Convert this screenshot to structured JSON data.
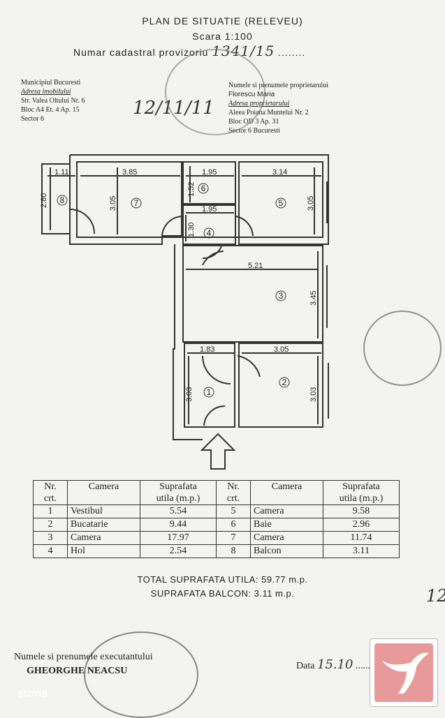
{
  "header": {
    "title": "PLAN DE SITUATIE (RELEVEU)",
    "scale": "Scara 1:100",
    "cadastral_label": "Numar cadastral provizoriu",
    "cadastral_value": "1341/15",
    "handwritten_date": "12/11/11"
  },
  "property": {
    "municipality": "Municipiul Bucuresti",
    "address_heading": "Adresa imobilului",
    "street": "Str. Valea Oltului Nr. 6",
    "block": "Bloc A4  Et. 4  Ap. 15",
    "sector": "Sector 6"
  },
  "owner": {
    "heading": "Numele si prenumele proprietarului",
    "name": "Florescu Maria",
    "address_heading": "Adresa proprietarului",
    "street": "Aleea Poiana Muntelui Nr. 2",
    "block": "Bloc OD 3   Ap. 31",
    "sector": "Sector 6   Bucuresti"
  },
  "plan": {
    "room_numbers": [
      "1",
      "2",
      "3",
      "4",
      "5",
      "6",
      "7",
      "8"
    ],
    "dimensions": {
      "d_1_11": "1.11",
      "d_3_85": "3.85",
      "d_1_95a": "1.95",
      "d_3_14": "3.14",
      "d_2_80": "2.80",
      "d_3_05a": "3.05",
      "d_1_52": "1.52",
      "d_3_05b": "3.05",
      "d_1_95b": "1.95",
      "d_1_30": "1.30",
      "d_5_21": "5.21",
      "d_3_45": "3.45",
      "d_1_83": "1.83",
      "d_3_05c": "3.05",
      "d_3_03a": "3.03",
      "d_3_03b": "3.03"
    }
  },
  "table": {
    "headers": {
      "nr1": "Nr.",
      "crt1": "crt.",
      "camera1": "Camera",
      "supr1": "Suprafata",
      "util1": "utila (m.p.)",
      "nr2": "Nr.",
      "crt2": "crt.",
      "camera2": "Camera",
      "supr2": "Suprafata",
      "util2": "utila (m.p.)"
    },
    "rows": [
      {
        "nr_a": "1",
        "cam_a": "Vestibul",
        "s_a": "5.54",
        "nr_b": "5",
        "cam_b": "Camera",
        "s_b": "9.58"
      },
      {
        "nr_a": "2",
        "cam_a": "Bucatarie",
        "s_a": "9.44",
        "nr_b": "6",
        "cam_b": "Baie",
        "s_b": "2.96"
      },
      {
        "nr_a": "3",
        "cam_a": "Camera",
        "s_a": "17.97",
        "nr_b": "7",
        "cam_b": "Camera",
        "s_b": "11.74"
      },
      {
        "nr_a": "4",
        "cam_a": "Hol",
        "s_a": "2.54",
        "nr_b": "8",
        "cam_b": "Balcon",
        "s_b": "3.11"
      }
    ]
  },
  "totals": {
    "total_util": "TOTAL SUPRAFATA UTILA: 59.77 m.p.",
    "balcon": "SUPRAFATA BALCON: 3.11 m.p."
  },
  "footer": {
    "executant_label": "Numele si prenumele executantului",
    "executant_name": "GHEORGHE NEACSU",
    "date_label": "Data",
    "date_value": "15.10",
    "margin_note": "12",
    "watermark": "storia"
  },
  "colors": {
    "paper": "#f3f3f1",
    "ink": "#222222",
    "logo_bg": "#e89a9a"
  },
  "icons": {
    "entry": "entry-arrow-icon",
    "logo": "bird-logo-icon"
  }
}
